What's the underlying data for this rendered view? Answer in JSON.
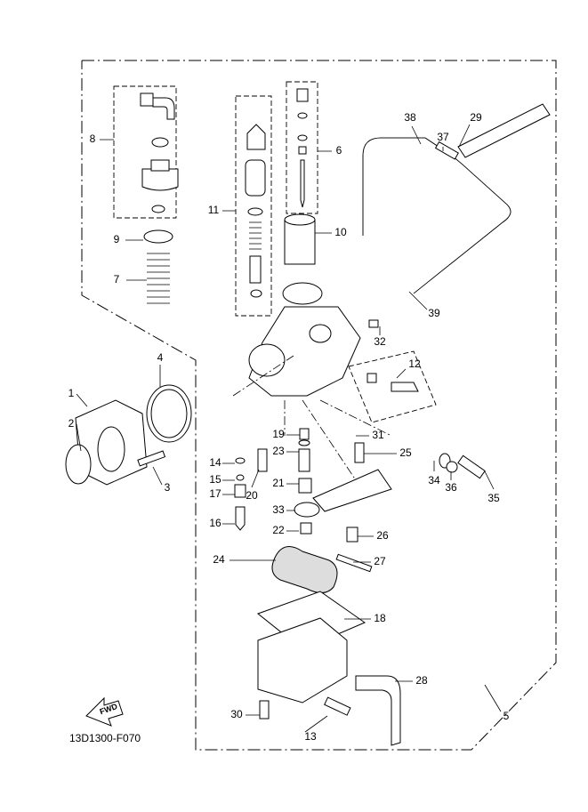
{
  "diagram": {
    "code": "13D1300-F070",
    "fwd_label": "FWD",
    "labels": [
      "1",
      "2",
      "3",
      "4",
      "5",
      "6",
      "7",
      "8",
      "9",
      "10",
      "11",
      "12",
      "13",
      "14",
      "15",
      "16",
      "17",
      "18",
      "19",
      "20",
      "21",
      "22",
      "23",
      "24",
      "25",
      "26",
      "27",
      "28",
      "29",
      "30",
      "31",
      "32",
      "33",
      "34",
      "35",
      "36",
      "37",
      "38",
      "39"
    ]
  }
}
